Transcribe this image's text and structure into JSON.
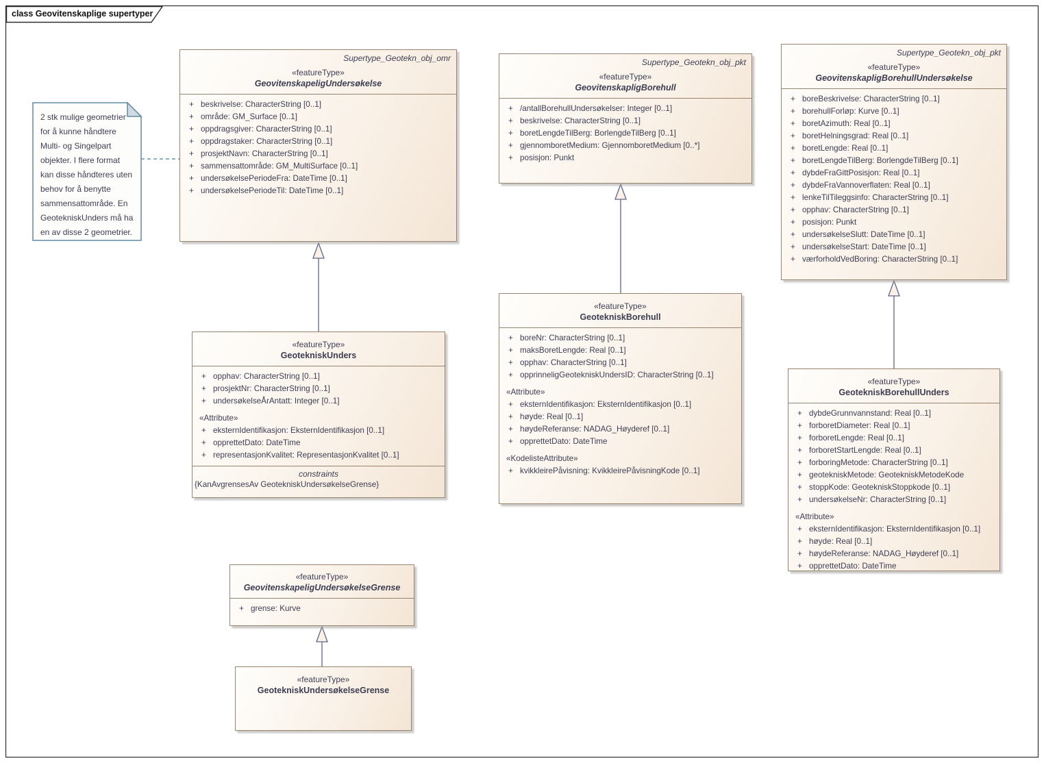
{
  "diagram": {
    "title": "class Geovitenskaplige supertyper"
  },
  "note": {
    "text": "2 stk mulige geometrier\nfor å kunne håndtere\nMulti- og Singelpart\nobjekter. I flere format\nkan disse håndteres uten\nbehov for å benytte\nsammensattområde. En\nGeotekniskUnders må ha\nen av disse 2 geometrier."
  },
  "colors": {
    "box_fill_light": "#fffefc",
    "box_fill_dark": "#f4e5d5",
    "box_border": "#96846f",
    "text": "#3d3d52",
    "connector": "#5f6588",
    "triangle_fill": "#fbf1e9",
    "note_border": "#6089a4",
    "note_fold": "#cfdae1",
    "frame_border": "#2e2e2e"
  },
  "classes": {
    "geovitUndersokelse": {
      "tag": "Supertype_Geotekn_obj_omr",
      "stereotype": "«featureType»",
      "name": "GeovitenskapeligUndersøkelse",
      "rows": [
        {
          "vis": "+",
          "text": "beskrivelse: CharacterString [0..1]"
        },
        {
          "vis": "+",
          "text": "område: GM_Surface [0..1]"
        },
        {
          "vis": "+",
          "text": "oppdragsgiver: CharacterString [0..1]"
        },
        {
          "vis": "+",
          "text": "oppdragstaker: CharacterString [0..1]"
        },
        {
          "vis": "+",
          "text": "prosjektNavn: CharacterString [0..1]"
        },
        {
          "vis": "+",
          "text": "sammensattområde: GM_MultiSurface [0..1]"
        },
        {
          "vis": "+",
          "text": "undersøkelsePeriodeFra: DateTime [0..1]"
        },
        {
          "vis": "+",
          "text": "undersøkelsePeriodeTil: DateTime [0..1]"
        }
      ]
    },
    "geovitBorehull": {
      "tag": "Supertype_Geotekn_obj_pkt",
      "stereotype": "«featureType»",
      "name": "GeovitenskapligBorehull",
      "rows": [
        {
          "vis": "+",
          "text": "/antallBorehullUndersøkelser: Integer [0..1]"
        },
        {
          "vis": "+",
          "text": "beskrivelse: CharacterString [0..1]"
        },
        {
          "vis": "+",
          "text": "boretLengdeTilBerg: BorlengdeTilBerg [0..1]"
        },
        {
          "vis": "+",
          "text": "gjennomboretMedium: GjennomboretMedium [0..*]"
        },
        {
          "vis": "+",
          "text": "posisjon: Punkt"
        }
      ]
    },
    "geovitBorehullUndersokelse": {
      "tag": "Supertype_Geotekn_obj_pkt",
      "stereotype": "«featureType»",
      "name": "GeovitenskapligBorehullUndersøkelse",
      "rows": [
        {
          "vis": "+",
          "text": "boreBeskrivelse: CharacterString [0..1]"
        },
        {
          "vis": "+",
          "text": "borehullForløp: Kurve [0..1]"
        },
        {
          "vis": "+",
          "text": "boretAzimuth: Real [0..1]"
        },
        {
          "vis": "+",
          "text": "boretHelningsgrad: Real [0..1]"
        },
        {
          "vis": "+",
          "text": "boretLengde: Real [0..1]"
        },
        {
          "vis": "+",
          "text": "boretLengdeTilBerg: BorlengdeTilBerg [0..1]"
        },
        {
          "vis": "+",
          "text": "dybdeFraGittPosisjon: Real [0..1]"
        },
        {
          "vis": "+",
          "text": "dybdeFraVannoverflaten: Real [0..1]"
        },
        {
          "vis": "+",
          "text": "lenkeTilTileggsinfo: CharacterString [0..1]"
        },
        {
          "vis": "+",
          "text": "opphav: CharacterString [0..1]"
        },
        {
          "vis": "+",
          "text": "posisjon: Punkt"
        },
        {
          "vis": "+",
          "text": "undersøkelseSlutt: DateTime [0..1]"
        },
        {
          "vis": "+",
          "text": "undersøkelseStart: DateTime [0..1]"
        },
        {
          "vis": "+",
          "text": "værforholdVedBoring: CharacterString [0..1]"
        }
      ]
    },
    "geotekniskUnders": {
      "stereotype": "«featureType»",
      "name": "GeotekniskUnders",
      "rows": [
        {
          "vis": "+",
          "text": "opphav: CharacterString [0..1]"
        },
        {
          "vis": "+",
          "text": "prosjektNr: CharacterString [0..1]"
        },
        {
          "vis": "+",
          "text": "undersøkelseÅrAntatt: Integer [0..1]"
        },
        {
          "header": true,
          "text": "«Attribute»"
        },
        {
          "vis": "+",
          "text": "eksternIdentifikasjon: EksternIdentifikasjon [0..1]"
        },
        {
          "vis": "+",
          "text": "opprettetDato: DateTime"
        },
        {
          "vis": "+",
          "text": "representasjonKvalitet: RepresentasjonKvalitet [0..1]"
        }
      ],
      "constraints_label": "constraints",
      "constraints": "{KanAvgrensesAv GeotekniskUndersøkelseGrense}"
    },
    "geotekniskBorehull": {
      "stereotype": "«featureType»",
      "name": "GeotekniskBorehull",
      "rows": [
        {
          "vis": "+",
          "text": "boreNr: CharacterString [0..1]"
        },
        {
          "vis": "+",
          "text": "maksBoretLengde: Real [0..1]"
        },
        {
          "vis": "+",
          "text": "opphav: CharacterString [0..1]"
        },
        {
          "vis": "+",
          "text": "opprinneligGeotekniskUndersID: CharacterString [0..1]"
        },
        {
          "header": true,
          "text": "«Attribute»"
        },
        {
          "vis": "+",
          "text": "eksternIdentifikasjon: EksternIdentifikasjon [0..1]"
        },
        {
          "vis": "+",
          "text": "høyde: Real [0..1]"
        },
        {
          "vis": "+",
          "text": "høydeReferanse: NADAG_Høyderef [0..1]"
        },
        {
          "vis": "+",
          "text": "opprettetDato: DateTime"
        },
        {
          "header": true,
          "text": "«KodelisteAttribute»"
        },
        {
          "vis": "+",
          "text": "kvikkleirePåvisning: KvikkleirePåvisningKode [0..1]"
        }
      ]
    },
    "geotekniskBorehullUnders": {
      "stereotype": "«featureType»",
      "name": "GeotekniskBorehullUnders",
      "rows": [
        {
          "vis": "+",
          "text": "dybdeGrunnvannstand: Real [0..1]"
        },
        {
          "vis": "+",
          "text": "forboretDiameter: Real [0..1]"
        },
        {
          "vis": "+",
          "text": "forboretLengde: Real [0..1]"
        },
        {
          "vis": "+",
          "text": "forboretStartLengde: Real [0..1]"
        },
        {
          "vis": "+",
          "text": "forboringMetode: CharacterString [0..1]"
        },
        {
          "vis": "+",
          "text": "geotekniskMetode: GeotekniskMetodeKode"
        },
        {
          "vis": "+",
          "text": "stoppKode: GeotekniskStoppkode [0..1]"
        },
        {
          "vis": "+",
          "text": "undersøkelseNr: CharacterString [0..1]"
        },
        {
          "header": true,
          "text": "«Attribute»"
        },
        {
          "vis": "+",
          "text": "eksternIdentifikasjon: EksternIdentifikasjon [0..1]"
        },
        {
          "vis": "+",
          "text": "høyde: Real [0..1]"
        },
        {
          "vis": "+",
          "text": "høydeReferanse: NADAG_Høyderef [0..1]"
        },
        {
          "vis": "+",
          "text": "opprettetDato: DateTime"
        }
      ]
    },
    "geovitUndersokelseGrense": {
      "stereotype": "«featureType»",
      "name": "GeovitenskapeligUndersøkelseGrense",
      "rows": [
        {
          "vis": "+",
          "text": "grense: Kurve"
        }
      ]
    },
    "geotekniskUndersokelseGrense": {
      "stereotype": "«featureType»",
      "name": "GeotekniskUndersøkelseGrense",
      "rows": []
    }
  }
}
